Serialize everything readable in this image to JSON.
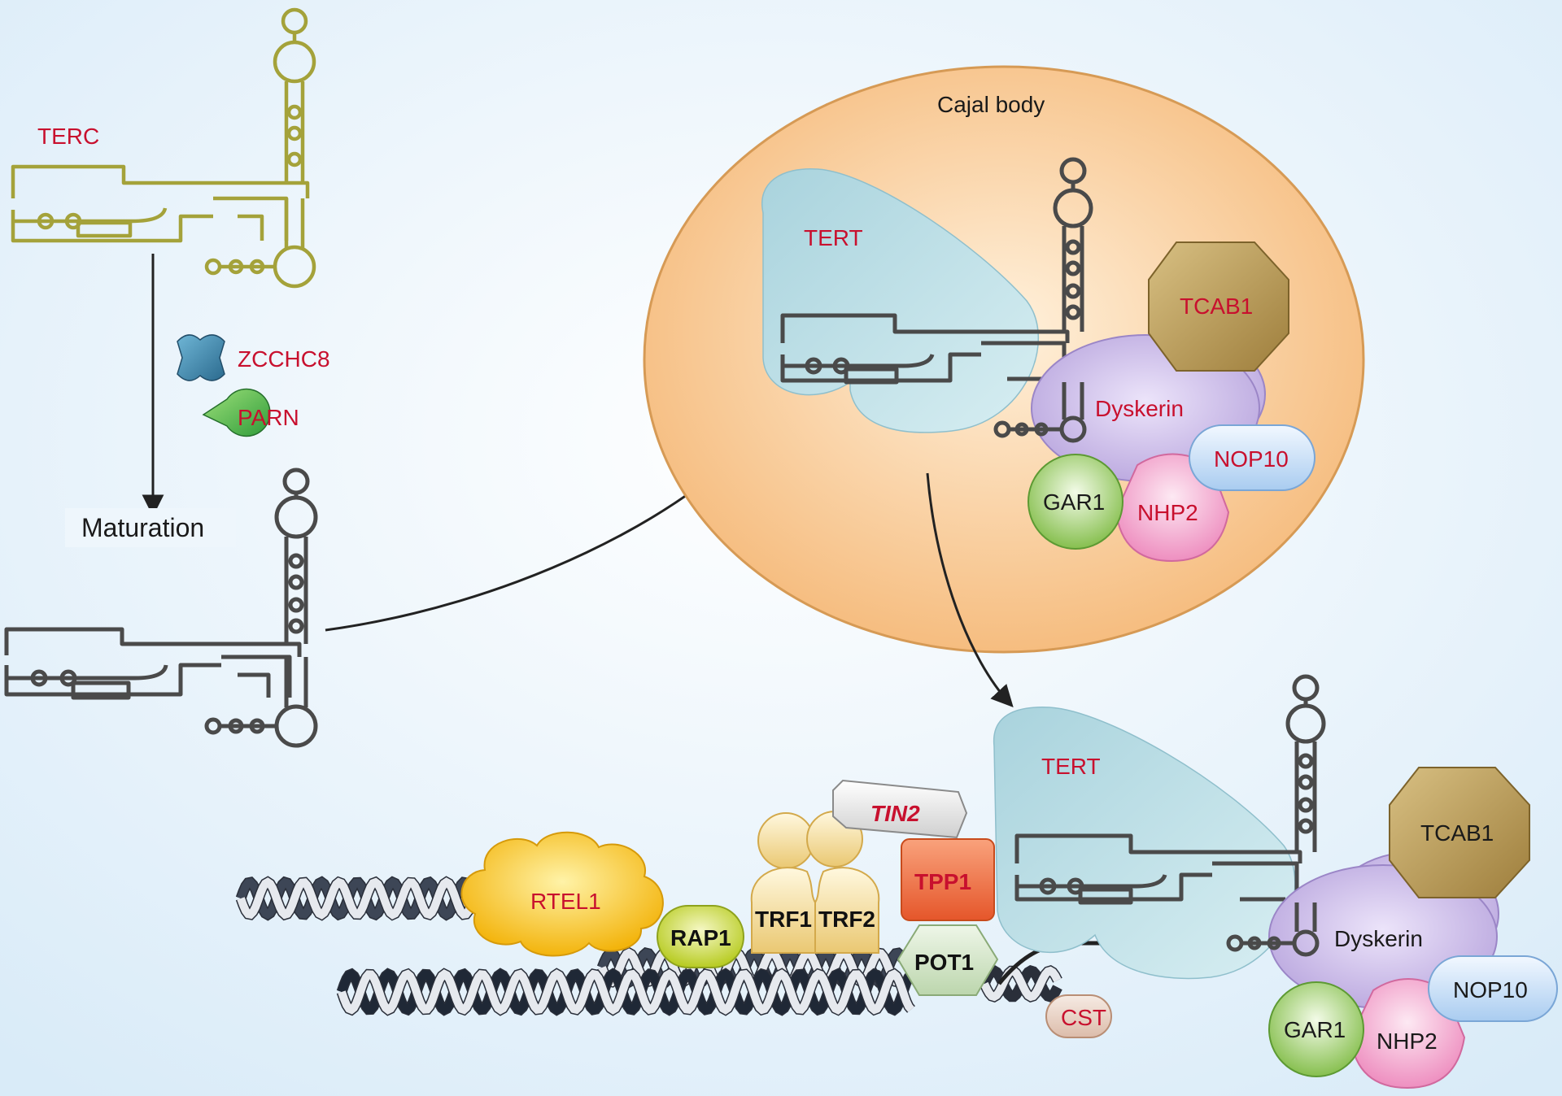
{
  "labels": {
    "terc": "TERC",
    "zcchc8": "ZCCHC8",
    "parn": "PARN",
    "maturation": "Maturation",
    "cajal_body": "Cajal body",
    "tert": "TERT",
    "tcab1": "TCAB1",
    "dyskerin": "Dyskerin",
    "nop10": "NOP10",
    "gar1": "GAR1",
    "nhp2": "NHP2",
    "rtel1": "RTEL1",
    "rap1": "RAP1",
    "trf1": "TRF1",
    "trf2": "TRF2",
    "tin2": "TIN2",
    "tpp1": "TPP1",
    "pot1": "POT1",
    "cst": "CST"
  },
  "colors": {
    "background": "#e8f3fb",
    "cajal_fill": "#f7c68a",
    "tert_fill": "#b9dde6",
    "dyskerin_fill": "#c9b8e6",
    "tcab1_fill": "#b89a55",
    "gar1_fill": "#9fcf6a",
    "nhp2_fill": "#f2a9cf",
    "nop10_fill": "#c6def7",
    "rtel1_fill": "#f8c21a",
    "rap1_fill": "#cfdd4a",
    "trf_fill": "#f5dc97",
    "tpp1_fill": "#f07a4a",
    "pot1_fill": "#cfe2c2",
    "tin2_fill": "#e0e0e0",
    "cst_fill": "#e8d2c4",
    "label_red": "#c8102e",
    "terc_immature": "#a4a23a",
    "terc_mature": "#4a4a4a"
  }
}
